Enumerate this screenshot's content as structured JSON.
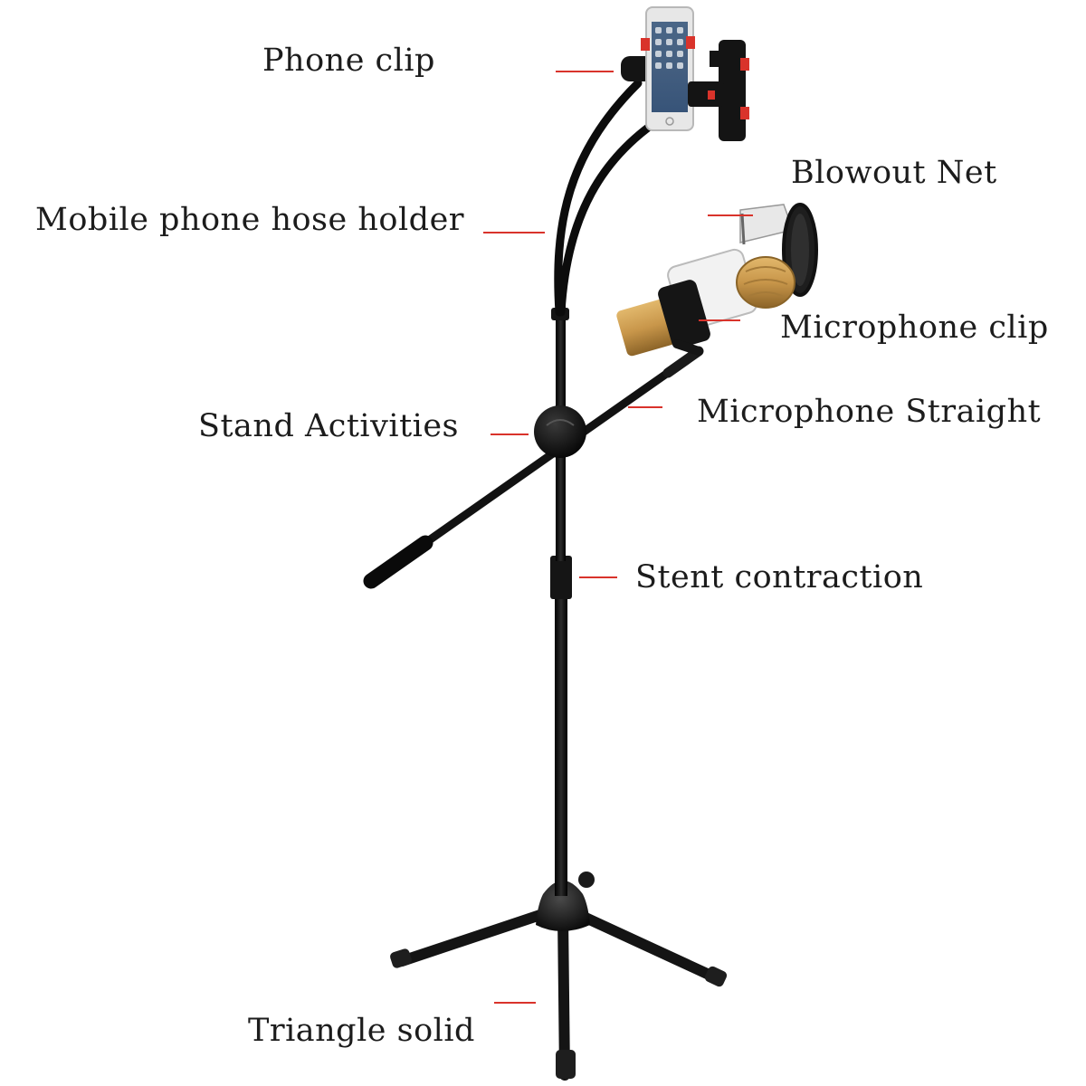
{
  "labels": {
    "phone_clip": "Phone clip",
    "mobile_phone_hose_holder": "Mobile phone hose holder",
    "blowout_net": "Blowout Net",
    "microphone_clip": "Microphone clip",
    "microphone_straight": "Microphone Straight",
    "stand_activities": "Stand Activities",
    "stent_contraction": "Stent contraction",
    "triangle_solid": "Triangle solid"
  },
  "colors": {
    "leader_line": "#d9332b",
    "stand": "#111111",
    "label_text": "#1c1c1c",
    "phone_clip_accent": "#d9332b",
    "microphone_gold": "#c8964a"
  }
}
